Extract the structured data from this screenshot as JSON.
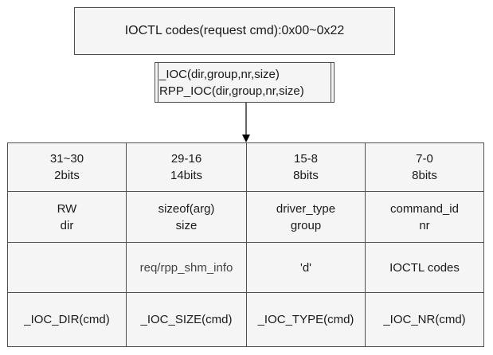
{
  "title_box": {
    "text": "IOCTL codes(request cmd):0x00~0x22"
  },
  "macro_box": {
    "line1": "_IOC(dir,group,nr,size)",
    "line2": "RPP_IOC(dir,group,nr,size)"
  },
  "table": {
    "rows": [
      [
        [
          "31~30",
          "2bits"
        ],
        [
          "29-16",
          "14bits"
        ],
        [
          "15-8",
          "8bits"
        ],
        [
          "7-0",
          "8bits"
        ]
      ],
      [
        [
          "RW",
          "dir"
        ],
        [
          "sizeof(arg)",
          "size"
        ],
        [
          "driver_type",
          "group"
        ],
        [
          "command_id",
          "nr"
        ]
      ],
      [
        [
          ""
        ],
        [
          "req/rpp_shm_info"
        ],
        [
          "'d'"
        ],
        [
          "IOCTL codes"
        ]
      ],
      [
        [
          "_IOC_DIR(cmd)"
        ],
        [
          "_IOC_SIZE(cmd)"
        ],
        [
          "_IOC_TYPE(cmd)"
        ],
        [
          "_IOC_NR(cmd)"
        ]
      ]
    ]
  }
}
